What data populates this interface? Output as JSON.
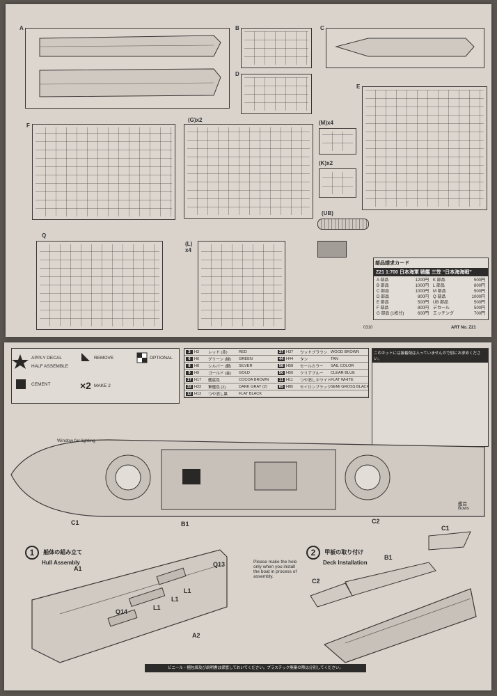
{
  "sheet_top": {
    "frames": [
      {
        "id": "A"
      },
      {
        "id": "B"
      },
      {
        "id": "C"
      },
      {
        "id": "D"
      },
      {
        "id": "E"
      },
      {
        "id": "F"
      },
      {
        "id": "G",
        "mult": "x2"
      },
      {
        "id": "M",
        "mult": "x4"
      },
      {
        "id": "K",
        "mult": "x2"
      },
      {
        "id": "UB"
      },
      {
        "id": "Q"
      },
      {
        "id": "L",
        "mult": "x4"
      }
    ],
    "order_card": {
      "title": "部品請求カード",
      "model": "Z21",
      "header": "1:700 日本海軍 戦艦 三笠 “日本海海戦”",
      "parts_left": [
        {
          "part": "A 部品",
          "price": "1200円"
        },
        {
          "part": "B 部品",
          "price": "1000円"
        },
        {
          "part": "C 部品",
          "price": "1000円"
        },
        {
          "part": "D 部品",
          "price": "800円"
        },
        {
          "part": "E 部品",
          "price": "500円"
        },
        {
          "part": "F 部品",
          "price": "800円"
        },
        {
          "part": "G 部品 (1枚分)",
          "price": "600円"
        }
      ],
      "parts_right": [
        {
          "part": "K 部品",
          "price": "500円"
        },
        {
          "part": "L 部品",
          "price": "800円"
        },
        {
          "part": "M 部品",
          "price": "500円"
        },
        {
          "part": "Q 部品",
          "price": "1000円"
        },
        {
          "part": "UB 部品",
          "price": "500円"
        },
        {
          "part": "デカール",
          "price": "500円"
        },
        {
          "part": "エッチング",
          "price": "700円"
        }
      ]
    },
    "footer_left": "0310",
    "footer_right": "ART No. Z21"
  },
  "sheet_bottom": {
    "paint_rows": [
      [
        {
          "n": "3",
          "code": "H3",
          "jp": "レッド (赤)",
          "en": "RED"
        },
        {
          "n": "37",
          "code": "H37",
          "jp": "ウッドブラウン",
          "en": "WOOD BROWN"
        }
      ],
      [
        {
          "n": "6",
          "code": "H6",
          "jp": "グリーン (緑)",
          "en": "GREEN"
        },
        {
          "n": "44",
          "code": "H44",
          "jp": "タン",
          "en": "TAN"
        }
      ],
      [
        {
          "n": "8",
          "code": "H8",
          "jp": "シルバー (銀)",
          "en": "SILVER"
        },
        {
          "n": "58",
          "code": "H58",
          "jp": "セールカラー",
          "en": "SAIL COLOR"
        }
      ],
      [
        {
          "n": "9",
          "code": "H9",
          "jp": "ゴールド (金)",
          "en": "GOLD"
        },
        {
          "n": "50",
          "code": "H50",
          "jp": "クリアブルー",
          "en": "CLEAR BLUE"
        }
      ],
      [
        {
          "n": "17",
          "code": "H17",
          "jp": "艦底色",
          "en": "COCOA BROWN"
        },
        {
          "n": "11",
          "code": "H11",
          "jp": "つや消しホワイト",
          "en": "FLAT WHITE"
        }
      ],
      [
        {
          "n": "32",
          "code": "H32",
          "jp": "軍艦色 (2)",
          "en": "DARK GRAY (2)"
        },
        {
          "n": "85",
          "code": "H85",
          "jp": "セイロンブラック",
          "en": "SEMI GROSS BLACK"
        }
      ],
      [
        {
          "n": "12",
          "code": "H12",
          "jp": "つや消し黒",
          "en": "FLAT BLACK"
        },
        {
          "n": "",
          "code": "",
          "jp": "",
          "en": ""
        }
      ]
    ],
    "legend_left": [
      "APPLY DECAL",
      "HALF ASSEMBLE",
      "CEMENT"
    ],
    "legend_mid": [
      "REMOVE",
      "OPTIONAL",
      "MAKE 2"
    ],
    "notes_header": "このキットには接着剤は入っていませんので別にお求めください。",
    "deck_labels": {
      "c1": "C1",
      "b1": "B1",
      "c2": "C2"
    },
    "window_lighting": "Window for lighting",
    "bows_jp": "艦首",
    "bows_en": "Bows",
    "step1": {
      "num": "1",
      "jp": "船体の組み立て",
      "en": "Hull Assembly"
    },
    "step2": {
      "num": "2",
      "jp": "甲板の取り付け",
      "en": "Deck Installation"
    },
    "step1_parts": [
      "A1",
      "Q13",
      "L1",
      "L1",
      "Q14",
      "L1",
      "A2"
    ],
    "step2_parts": [
      "C1",
      "B1",
      "C2"
    ],
    "boat_note_en": "Please make the hole only when you install the boat in process of assembly.",
    "footer_warning": "ビニール・梱包袋及び説明書は保管しておいてください。プラスチック廃棄の際は分別してください。"
  }
}
